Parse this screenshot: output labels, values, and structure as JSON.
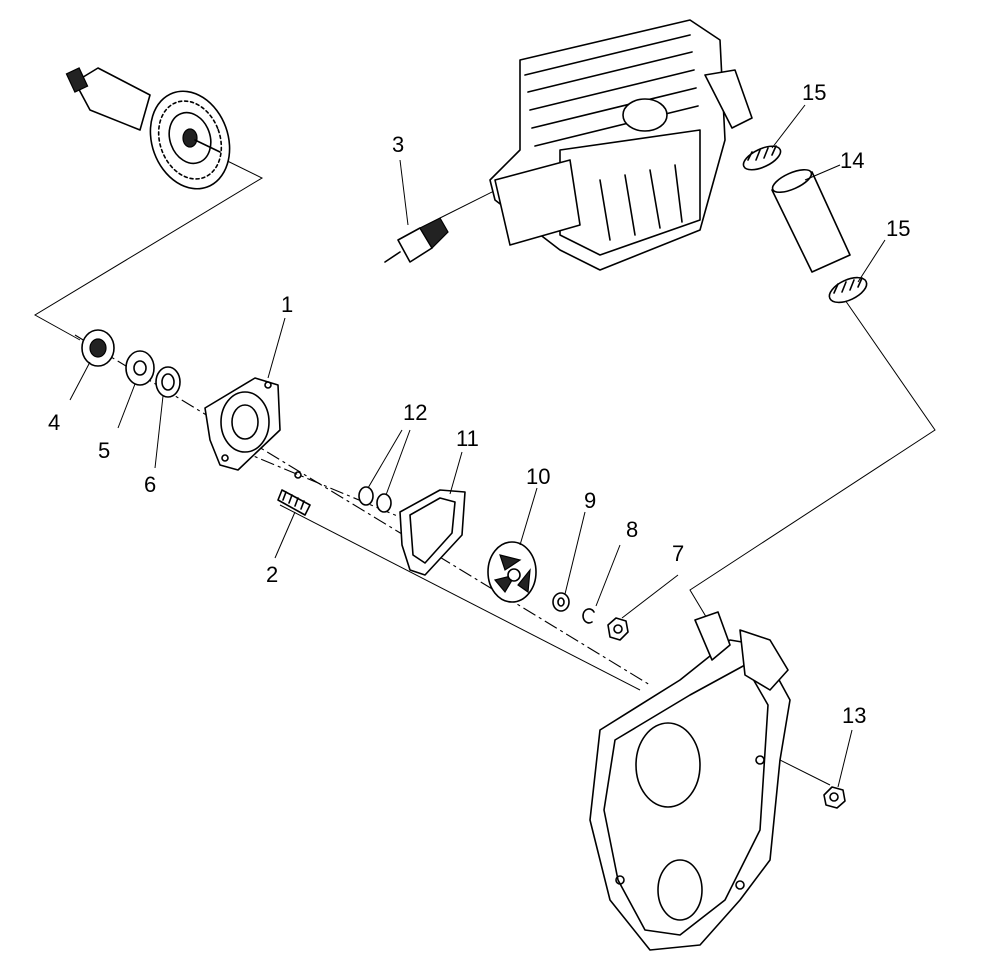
{
  "diagram": {
    "callouts": [
      {
        "id": "1",
        "text": "1"
      },
      {
        "id": "2",
        "text": "2"
      },
      {
        "id": "3",
        "text": "3"
      },
      {
        "id": "4",
        "text": "4"
      },
      {
        "id": "5",
        "text": "5"
      },
      {
        "id": "6",
        "text": "6"
      },
      {
        "id": "7",
        "text": "7"
      },
      {
        "id": "8",
        "text": "8"
      },
      {
        "id": "9",
        "text": "9"
      },
      {
        "id": "10",
        "text": "10"
      },
      {
        "id": "11",
        "text": "11"
      },
      {
        "id": "12",
        "text": "12"
      },
      {
        "id": "13",
        "text": "13"
      },
      {
        "id": "14",
        "text": "14"
      },
      {
        "id": "15a",
        "text": "15"
      },
      {
        "id": "15b",
        "text": "15"
      }
    ]
  }
}
